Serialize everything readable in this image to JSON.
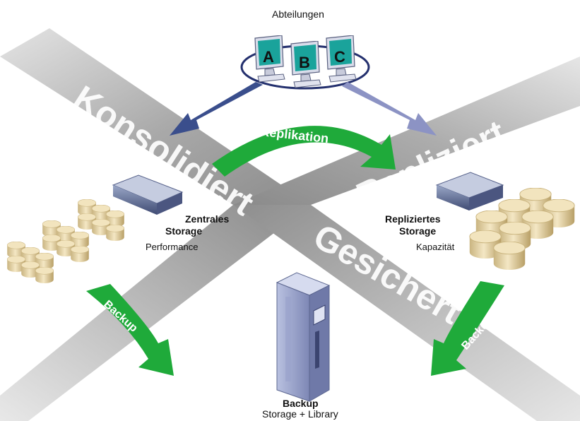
{
  "header": {
    "departments": "Abteilungen"
  },
  "clients": [
    "A",
    "B",
    "C"
  ],
  "bands": {
    "consolidated": "Konsolidiert",
    "replicated": "Repliziert",
    "secured": "Gesichert"
  },
  "arrows": {
    "replication": "Replikation",
    "backup_left": "Backup",
    "backup_right": "Backup"
  },
  "central_storage": {
    "title_line1": "Zentrales",
    "title_line2": "Storage",
    "subtitle": "Performance"
  },
  "replicated_storage": {
    "title_line1": "Repliziertes",
    "title_line2": "Storage",
    "subtitle": "Kapazität"
  },
  "backup_storage": {
    "title": "Backup",
    "subtitle": "Storage + Library"
  },
  "colors": {
    "band": "#9a9a9a",
    "green_arrow": "#1faa3a",
    "blue_arrow_dark": "#3a4e8c",
    "blue_arrow_light": "#8c93c4",
    "client_screen": "#1aa39b",
    "disk": "#e6d5a8"
  },
  "icons": [
    "computer-icon",
    "storage-server-icon",
    "disk-cylinder-icon",
    "tape-library-icon"
  ]
}
